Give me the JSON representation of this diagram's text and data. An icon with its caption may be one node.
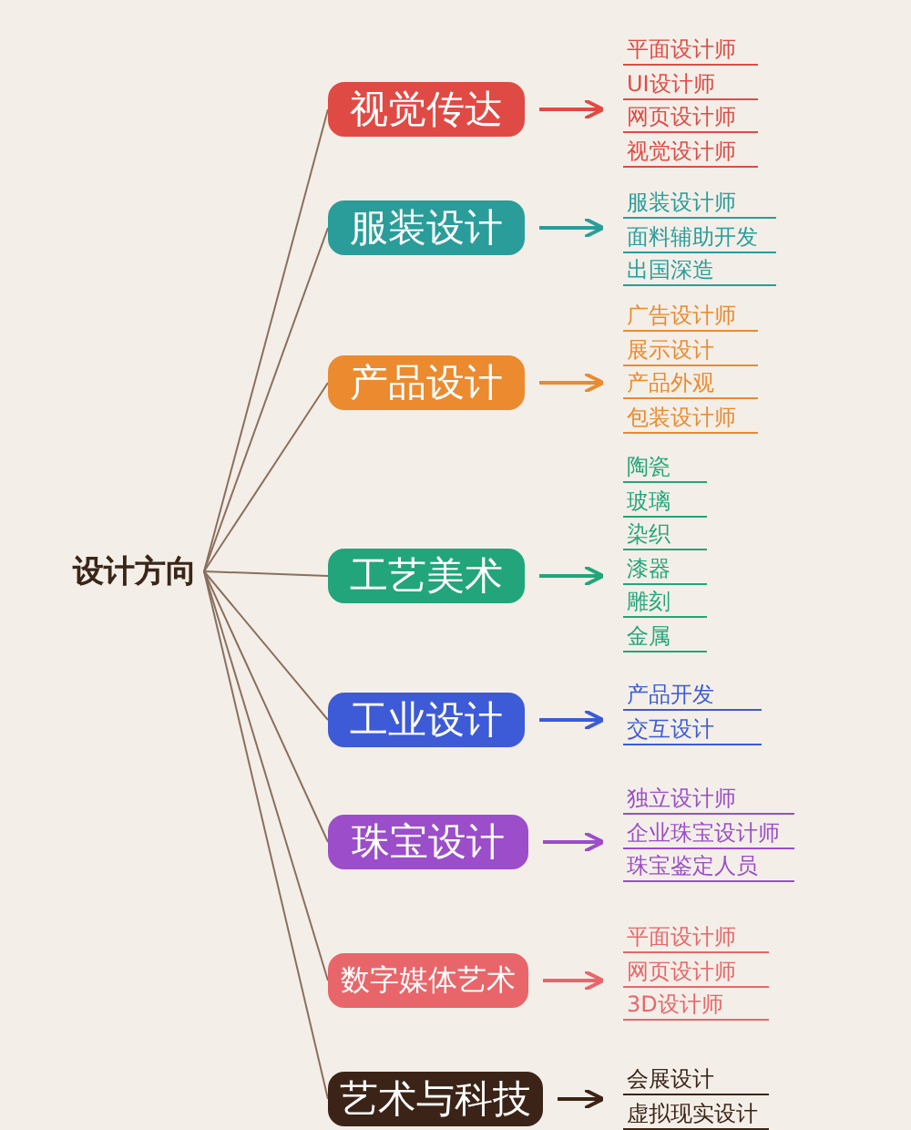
{
  "diagram": {
    "nodes": [
      {
        "text": [
          "设计方向"
        ]
      },
      {
        "text": [
          "视觉传达"
        ]
      },
      {
        "text": [
          "平面设计师",
          "UI设计师",
          "网页设计师",
          "视觉设计师"
        ]
      },
      {
        "text": [
          "服装设计"
        ]
      },
      {
        "text": [
          "服装设计师",
          "面料辅助开发",
          "出国深造"
        ]
      },
      {
        "text": [
          "产品设计"
        ]
      },
      {
        "text": [
          "广告设计师",
          "展示设计",
          "产品外观",
          "包装设计师"
        ]
      },
      {
        "text": [
          "工艺美术"
        ]
      },
      {
        "text": [
          "陶瓷",
          "玻璃",
          "染织",
          "漆器",
          "雕刻",
          "金属"
        ]
      },
      {
        "text": [
          "工业设计"
        ]
      },
      {
        "text": [
          "产品开发",
          "交互设计"
        ]
      },
      {
        "text": [
          "珠宝设计"
        ]
      },
      {
        "text": [
          "独立设计师",
          "企业珠宝设计师",
          "珠宝鉴定人员"
        ]
      },
      {
        "text": [
          "数字媒体艺术"
        ]
      },
      {
        "text": [
          "平面设计师",
          "网页设计师",
          "3D设计师"
        ]
      },
      {
        "text": [
          "艺术与科技"
        ]
      },
      {
        "text": [
          "会展设计",
          "虚拟现实设计"
        ]
      }
    ],
    "edges": [
      {
        "from": 0,
        "to": 1,
        "arrow": "none"
      },
      {
        "from": 0,
        "to": 3,
        "arrow": "none"
      },
      {
        "from": 0,
        "to": 5,
        "arrow": "none"
      },
      {
        "from": 0,
        "to": 7,
        "arrow": "none"
      },
      {
        "from": 0,
        "to": 9,
        "arrow": "none"
      },
      {
        "from": 0,
        "to": 11,
        "arrow": "none"
      },
      {
        "from": 0,
        "to": 13,
        "arrow": "none"
      },
      {
        "from": 0,
        "to": 15,
        "arrow": "none"
      },
      {
        "from": 1,
        "to": 2,
        "arrow": "to",
        "color": "#e04a45"
      },
      {
        "from": 3,
        "to": 4,
        "arrow": "to",
        "color": "#2a9d9a"
      },
      {
        "from": 5,
        "to": 6,
        "arrow": "to",
        "color": "#eb8a2e"
      },
      {
        "from": 7,
        "to": 8,
        "arrow": "to",
        "color": "#22a57a"
      },
      {
        "from": 9,
        "to": 10,
        "arrow": "to",
        "color": "#3d5bd6"
      },
      {
        "from": 11,
        "to": 12,
        "arrow": "to",
        "color": "#9b4dca"
      },
      {
        "from": 13,
        "to": 14,
        "arrow": "to",
        "color": "#e8666a"
      },
      {
        "from": 15,
        "to": 16,
        "arrow": "to",
        "color": "#3b2417"
      }
    ]
  }
}
